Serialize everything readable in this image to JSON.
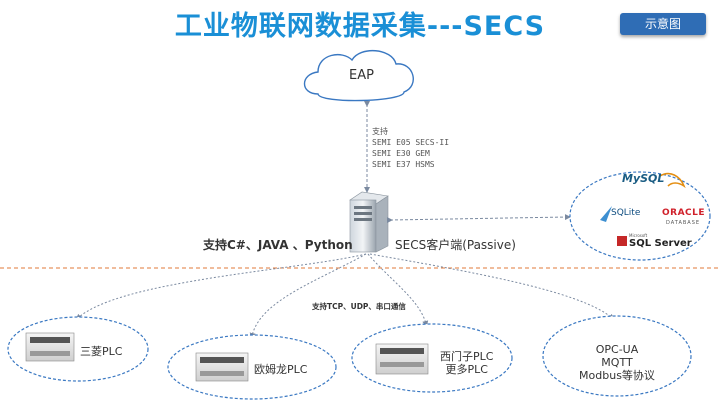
{
  "title": "工业物联网数据采集---SECS",
  "badge": "示意图",
  "eap": {
    "label": "EAP"
  },
  "support_note": [
    "支持",
    "SEMI E05 SECS-II",
    "SEMI E30 GEM",
    "SEMI E37 HSMS"
  ],
  "languages": "支持C#、JAVA 、Python",
  "secs_client": "SECS客户端(Passive)",
  "protocols_note": "支持TCP、UDP、串口通信",
  "databases": {
    "mysql": "MySQL",
    "sqlite": "SQLite",
    "oracle": "ORACLE",
    "oracle_sub": "DATABASE",
    "sqlserver_brand": "Microsoft",
    "sqlserver": "SQL Server"
  },
  "devices": {
    "mitsubishi": "三菱PLC",
    "omron": "欧姆龙PLC",
    "siemens_line1": "西门子PLC",
    "siemens_line2": "更多PLC",
    "other_line1": "OPC-UA",
    "other_line2": "MQTT",
    "other_line3": "Modbus等协议"
  },
  "colors": {
    "title": "#1a8fd6",
    "badge": "#2f6db5",
    "ellipse_stroke": "#3a78c2",
    "divider": "#e0783a"
  }
}
